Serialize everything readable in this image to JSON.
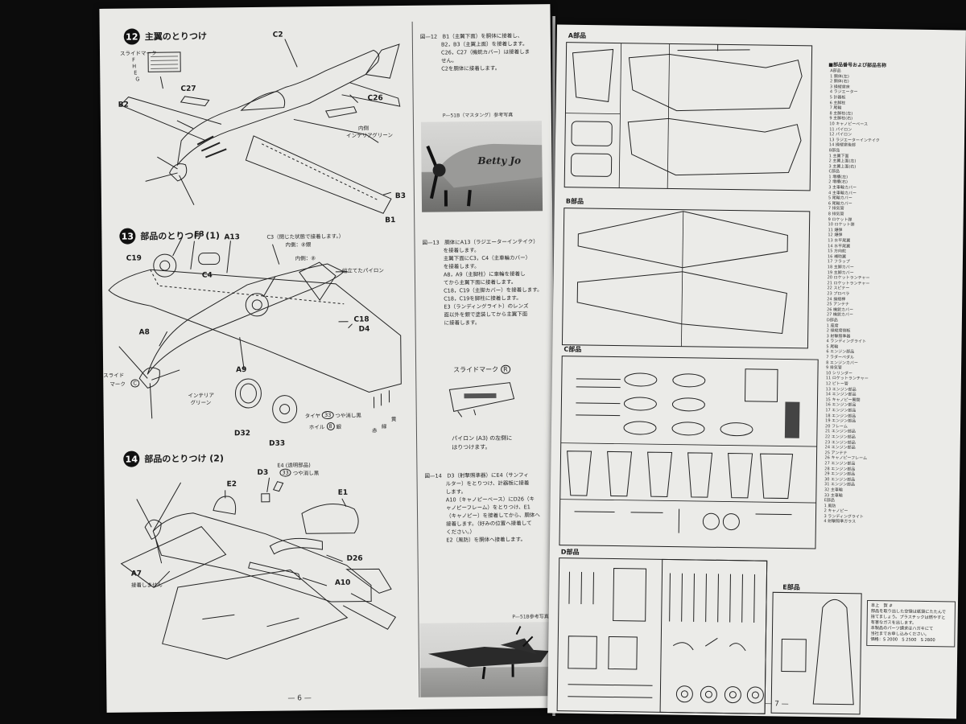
{
  "left_page": {
    "step12": {
      "number": "12",
      "title": "主翼のとりつけ",
      "labels": {
        "c2": "C2",
        "slide_mark": "スライドマーク",
        "f": "F",
        "h": "H",
        "e": "E",
        "g": "G",
        "c27": "C27",
        "b2": "B2",
        "c26": "C26",
        "interior1": "内側",
        "interior2": "インテリアグリーン",
        "b3": "B3",
        "b1": "B1"
      }
    },
    "step13": {
      "number": "13",
      "title": "部品のとりつけ (1)",
      "labels": {
        "e3": "E3",
        "a13": "A13",
        "c3": "C3（閉じた状態で接着します。）",
        "outer8": "内側：⑧銀",
        "inner8": "内側：⑧",
        "c19": "C19",
        "c4": "C4",
        "pylon": "組立てたパイロン",
        "c18": "C18",
        "d4": "D4",
        "a8": "A8",
        "a9": "A9",
        "slide1": "スライド",
        "slide2": "マーク",
        "slide_c": "C",
        "interior1": "インテリア",
        "interior2": "グリーン",
        "tire": "タイヤ",
        "tire_num": "33",
        "tire_paint": "つや消し黒",
        "wheel": "ホイル",
        "wheel_num": "8",
        "wheel_paint": "銀",
        "d32": "D32",
        "d33": "D33",
        "red": "赤",
        "yellow": "黄",
        "green": "緑"
      }
    },
    "step14": {
      "number": "14",
      "title": "部品のとりつけ (2)",
      "labels": {
        "d3": "D3",
        "e4": "E4 (透明部品)",
        "e4_paint_num": "33",
        "e4_paint": "つや消し黒",
        "e2": "E2",
        "e1": "E1",
        "d26": "D26",
        "a10": "A10",
        "a7": "A7",
        "a7_note": "接着しません"
      }
    },
    "instructions": {
      "fig12": [
        "図—12　B1（主翼下面）を胴体に接着し、",
        "B2，B3（主翼上面）を接着します。",
        "C26，C27（機銃カバー）は接着しま",
        "せん。",
        "C2を胴体に接着します。"
      ],
      "photo1_caption": "P—51B（マスタング）参考写真",
      "photo1_text": "Betty Jo",
      "fig13": [
        "図—13　胴体にA13（ラジエーターインテイク）",
        "を接着します。",
        "主翼下面にC3，C4（主車輪カバー）",
        "を接着します。",
        "A8，A9（主脚柱）に車輪を接着し",
        "てから主翼下面に接着します。",
        "C18，C19（主脚カバー）を接着します。",
        "C18，C19を脚柱に接着します。",
        "E3（ランディングライト）のレンズ",
        "面以外を銀で塗装してから主翼下面",
        "に接着します。"
      ],
      "slide_mark": "スライドマーク",
      "slide_mark_r": "R",
      "pylon_text1": "パイロン (A3) の左側に",
      "pylon_text2": "はりつけます。",
      "fig14": [
        "図—14　D3（射撃照準器）にE4（サンフィ",
        "ルター）をとりつけ、計器板に接着",
        "します。",
        "A10（キャノピーベース）にD26（キ",
        "ャノピーフレーム）をとりつけ、E1",
        "（キャノピー）を接着してから、胴体へ",
        "接着します。（好みの位置へ接着して",
        "ください。）",
        "E2（風防）を胴体へ接着します。"
      ],
      "photo2_caption": "P—51B参考写真"
    },
    "page_number": "— 6 —"
  },
  "right_page": {
    "sprue_a": "A部品",
    "sprue_b": "B部品",
    "sprue_c": "C部品",
    "sprue_d": "D部品",
    "sprue_e": "E部品",
    "parts_list_title": "■部品番号および部品名称",
    "parts_list": [
      "A部品",
      "1 胴体(左)",
      "2 胴体(右)",
      "3 操縦席床",
      "4 ラジエーター",
      "5 計器板",
      "6 主脚柱",
      "7 尾輪",
      "8 主脚柱(左)",
      "9 主脚柱(右)",
      "10 キャノピーベース",
      "11 パイロン",
      "12 パイロン",
      "13 ラジエーターインテイク",
      "14 操縦席後部",
      "B部品",
      "1 主翼下面",
      "2 主翼上面(左)",
      "3 主翼上面(右)",
      "C部品",
      "1 増槽(左)",
      "2 増槽(右)",
      "3 主車輪カバー",
      "4 主車輪カバー",
      "5 尾輪カバー",
      "6 尾輪カバー",
      "7 排気管",
      "8 排気管",
      "9 ロケット弾",
      "10 ロケット弾",
      "11 爆弾",
      "12 爆弾",
      "13 水平尾翼",
      "14 水平尾翼",
      "15 方向舵",
      "16 補助翼",
      "17 フラップ",
      "18 主脚カバー",
      "19 主脚カバー",
      "20 ロケットランチャー",
      "21 ロケットランチャー",
      "22 スピナー",
      "23 プロペラ",
      "24 操縦桿",
      "25 アンテナ",
      "26 機銃カバー",
      "27 機銃カバー",
      "D部品",
      "1 座席",
      "2 操縦席側板",
      "3 射撃照準器",
      "4 ランディングライト",
      "5 尾輪",
      "6 エンジン部品",
      "7 ラダーペダル",
      "8 エンジンカバー",
      "9 排気管",
      "10 シリンダー",
      "11 ロケットランチャー",
      "12 ピトー管",
      "13 エンジン部品",
      "14 エンジン部品",
      "15 キャノピー開閉",
      "16 エンジン部品",
      "17 エンジン部品",
      "18 エンジン部品",
      "19 エンジン部品",
      "20 フレーム",
      "21 エンジン部品",
      "22 エンジン部品",
      "23 エンジン部品",
      "24 エンジン部品",
      "25 アンテナ",
      "26 キャノピーフレーム",
      "27 エンジン部品",
      "28 エンジン部品",
      "29 エンジン部品",
      "30 エンジン部品",
      "31 エンジン部品",
      "32 主車輪",
      "33 主車輪",
      "E部品",
      "1 風防",
      "2 キャノピー",
      "3 ランディングライト",
      "4 射撃照準ガラス"
    ],
    "note": [
      "本上　賀 #",
      "部品を取り出した空袋は紙袋にたたんで",
      "捨てましょう。プラスチックは燃やすと",
      "有害なガスを出します。",
      "本製品のパーツ請求はハガキにて",
      "当社までお申し込みください。",
      "価格：S 2000　S 2500　S 2800"
    ],
    "page_number": "— 7 —"
  }
}
